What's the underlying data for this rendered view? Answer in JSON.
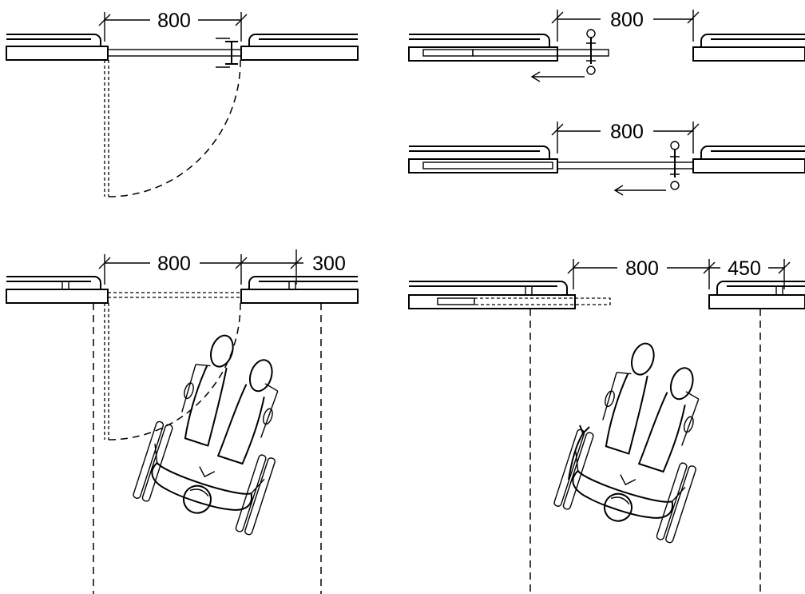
{
  "panels": {
    "hinged_door": {
      "dim_width": "800"
    },
    "sliding_door_open": {
      "dim_width": "800"
    },
    "sliding_door_closed": {
      "dim_width": "800"
    },
    "hinged_door_wheelchair": {
      "dim_width": "800",
      "dim_side": "300"
    },
    "sliding_door_wheelchair": {
      "dim_width": "800",
      "dim_side": "450"
    }
  }
}
